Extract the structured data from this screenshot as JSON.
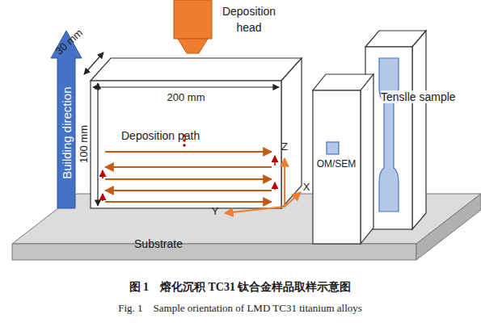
{
  "diagram": {
    "caption": "图 1　熔化沉积 TC31 钛合金样品取样示意图",
    "labels": [
      "Deposition head",
      "Building direction",
      "30 mm",
      "200 mm",
      "100 mm",
      "Deposition path",
      "Z",
      "X",
      "Y",
      "OM/SEM",
      "Tenslle sample",
      "Substrate",
      "Fig. 1　Sample orientation of LMD TC31 titanium alloys"
    ]
  }
}
